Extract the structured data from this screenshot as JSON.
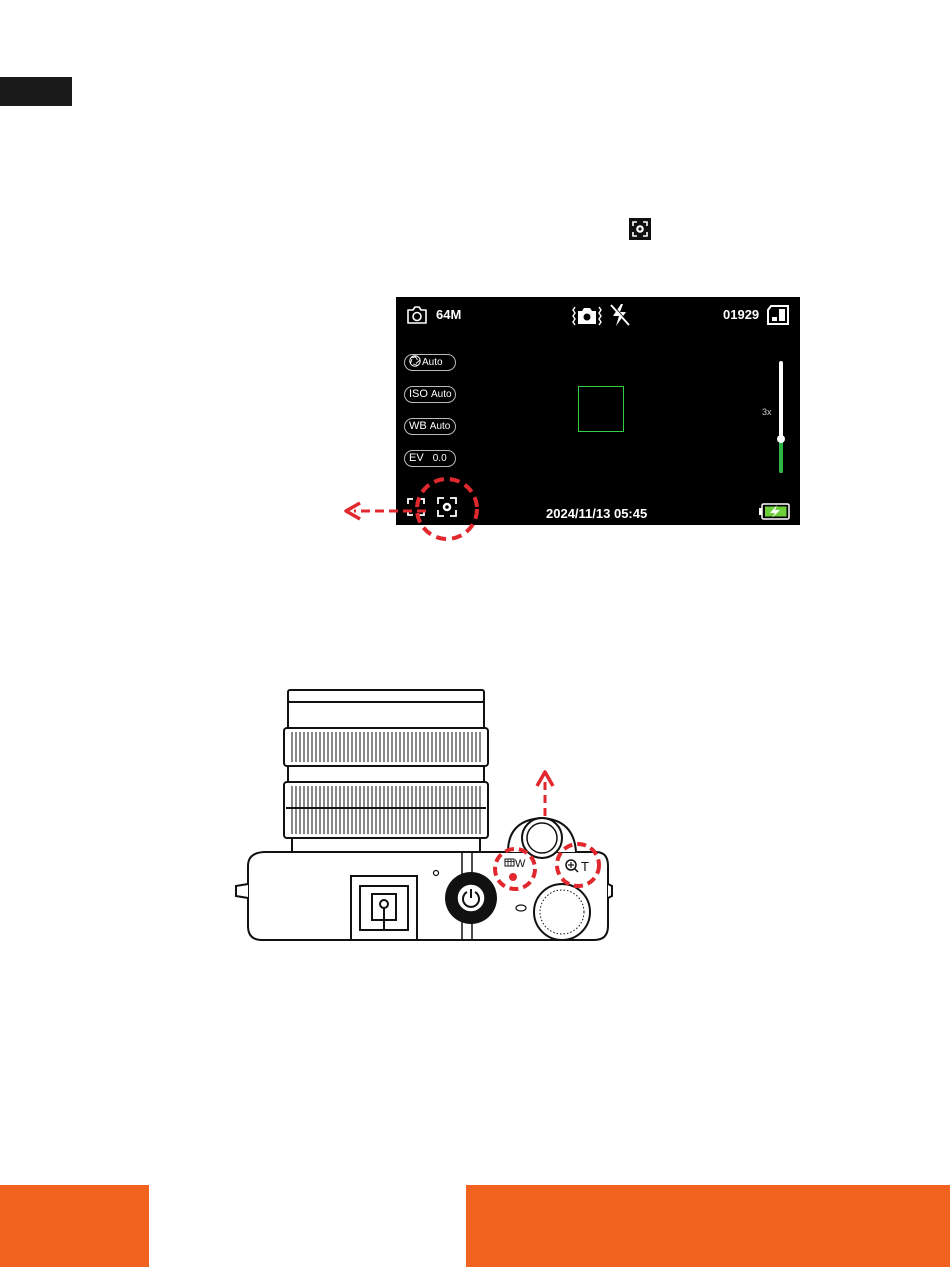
{
  "screen": {
    "resolution": "64M",
    "shot_count": "01929",
    "datetime": "2024/11/13 05:45",
    "zoom_level": "3x",
    "settings": [
      {
        "name": "aperture",
        "label": "",
        "value": "Auto"
      },
      {
        "name": "iso",
        "label": "ISO",
        "value": "Auto"
      },
      {
        "name": "wb",
        "label": "WB",
        "value": "Auto"
      },
      {
        "name": "ev",
        "label": "EV",
        "value": "0.0"
      }
    ],
    "zoom_fraction": 0.3
  },
  "camera_buttons": {
    "wide_label": "W",
    "tele_label": "T"
  },
  "colors": {
    "accent_orange": "#f0621e",
    "highlight_red": "#e0282e",
    "focus_green": "#2fd046",
    "battery_green": "#6ccf3a"
  },
  "icons": [
    "camera-icon",
    "stabilization-icon",
    "flash-off-icon",
    "sd-card-icon",
    "aperture-icon",
    "focus-mode-icon",
    "battery-icon",
    "power-icon",
    "zoom-in-icon"
  ]
}
